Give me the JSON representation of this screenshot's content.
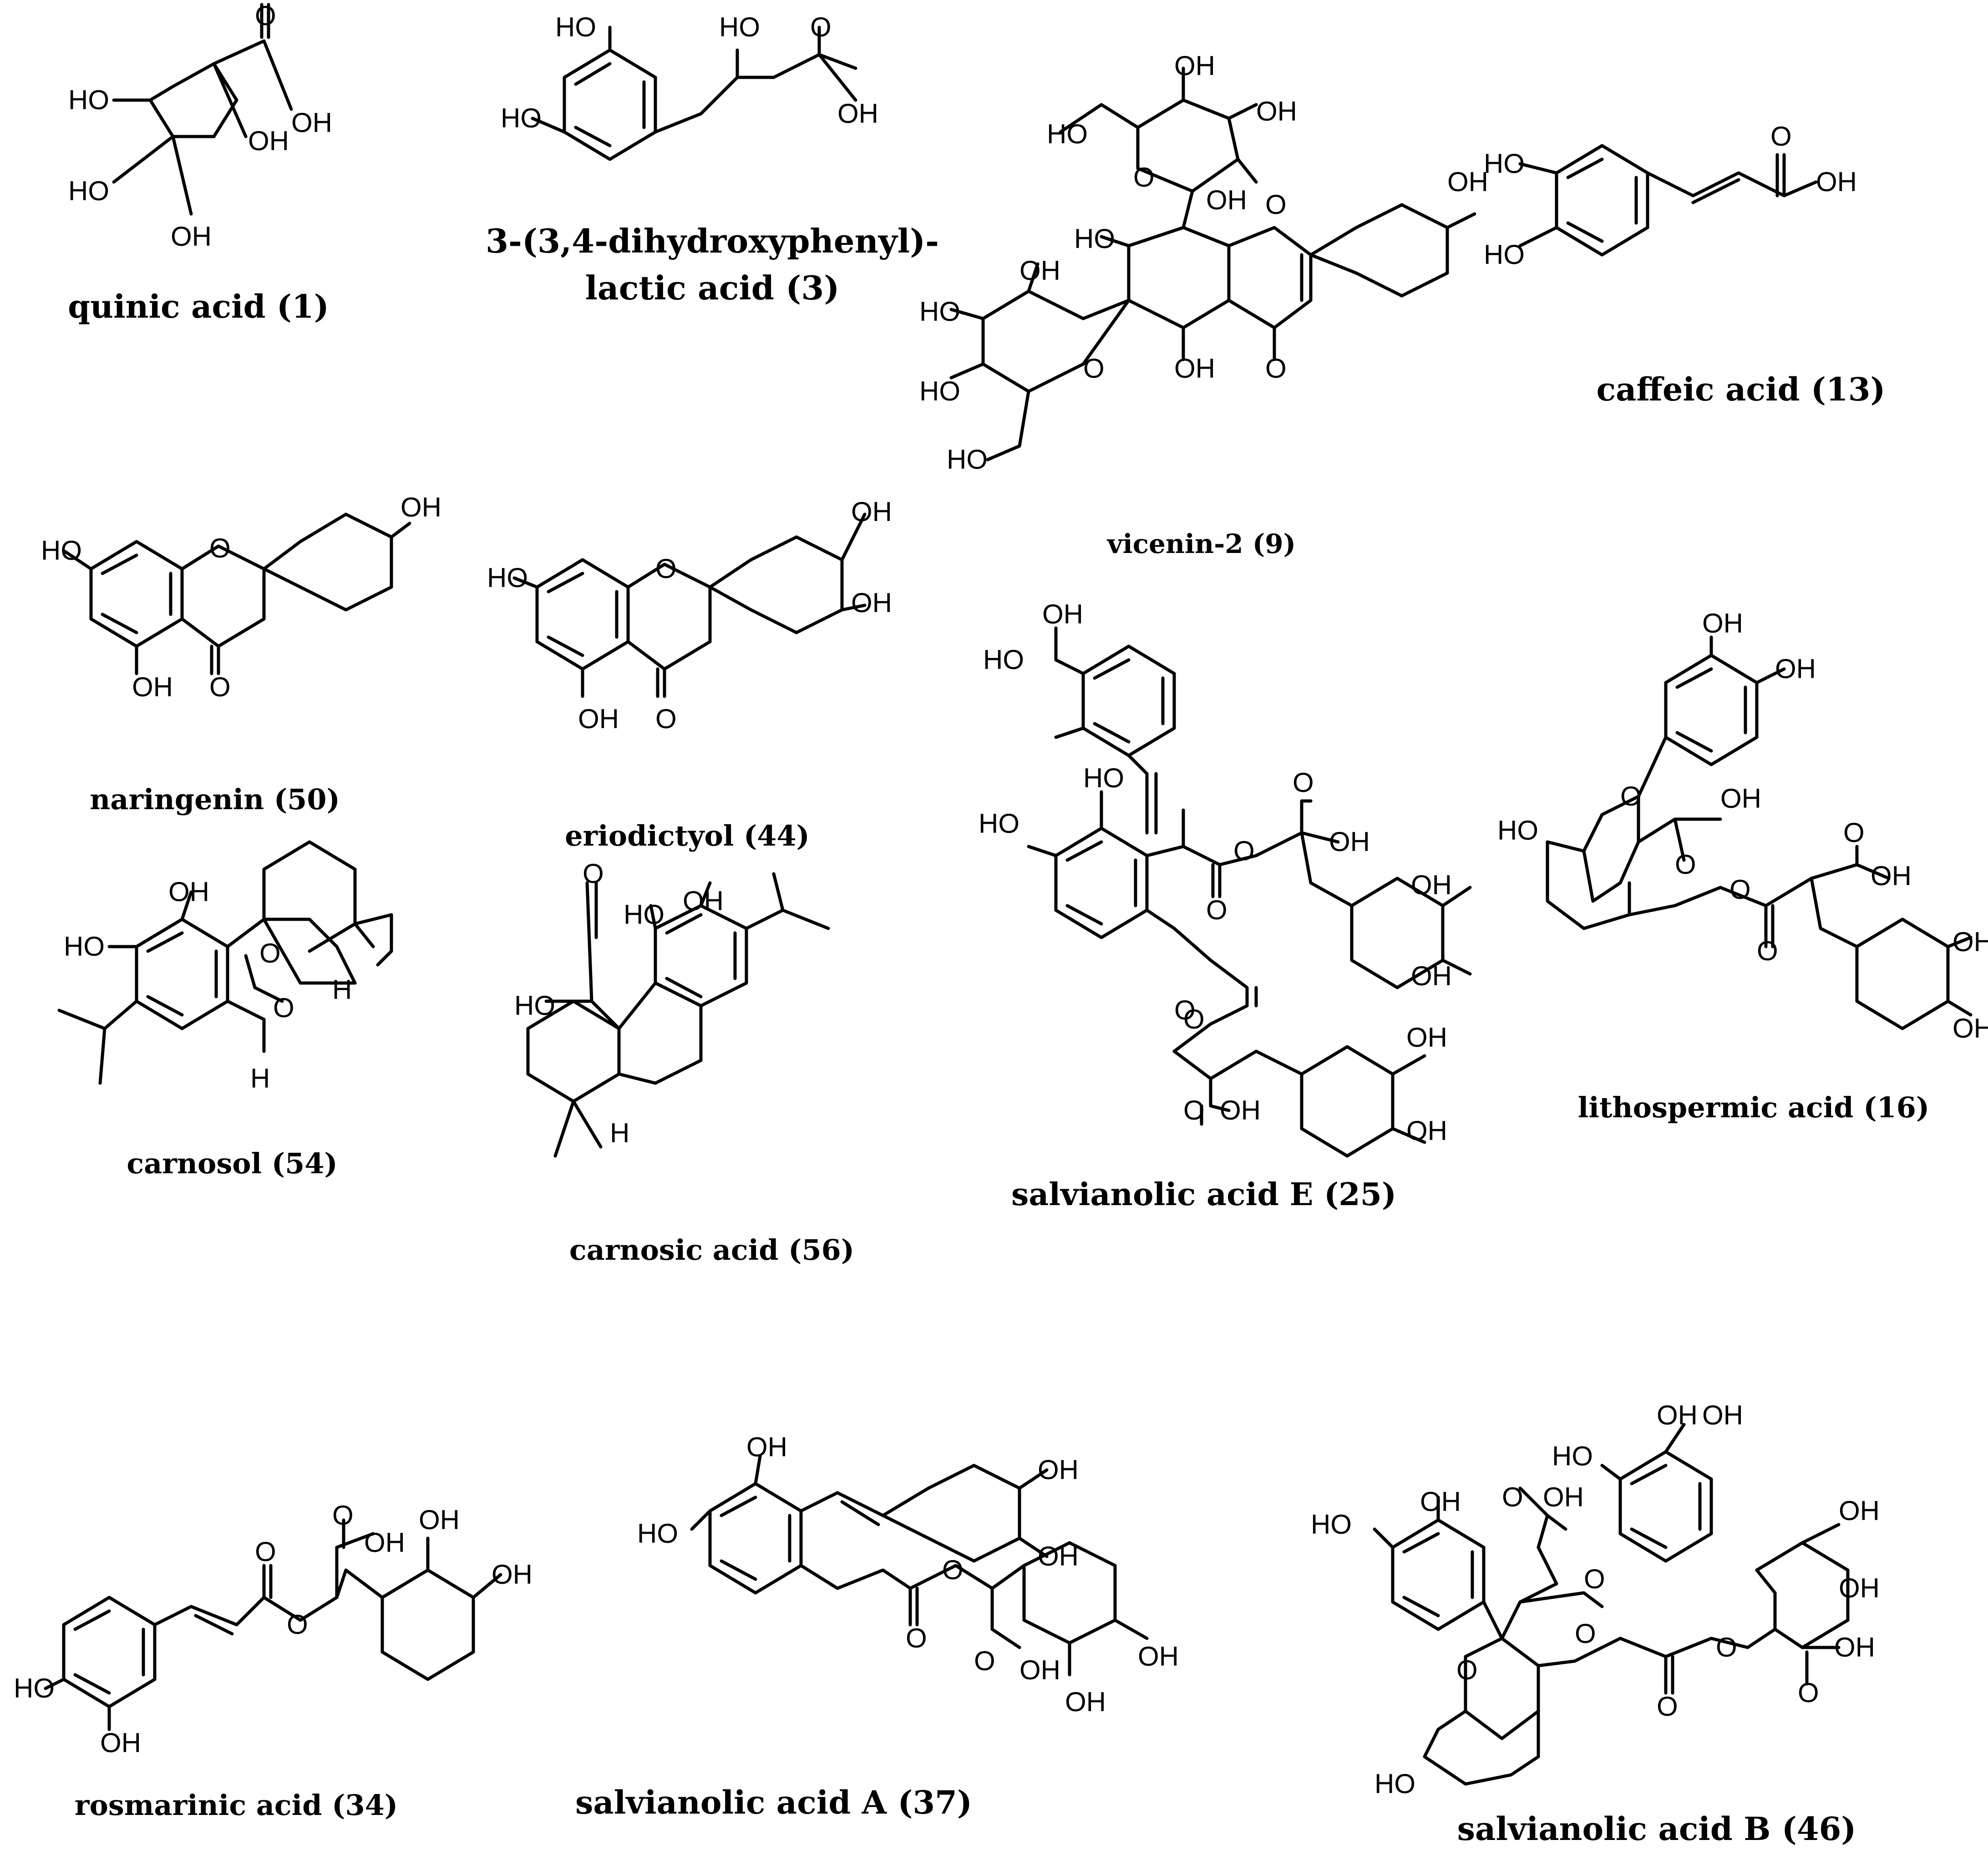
{
  "figure": {
    "compounds": [
      {
        "id": "quinic",
        "caption": "quinic acid (1)"
      },
      {
        "id": "dhpla",
        "caption_lines": [
          "3-(3,4-dihydroxyphenyl)-",
          "lactic acid (3)"
        ]
      },
      {
        "id": "vicenin",
        "caption": "vicenin-2 (9)"
      },
      {
        "id": "caffeic",
        "caption": "caffeic acid (13)"
      },
      {
        "id": "naringenin",
        "caption": "naringenin (50)"
      },
      {
        "id": "eriodictyol",
        "caption": "eriodictyol (44)"
      },
      {
        "id": "salvE",
        "caption": "salvianolic acid E (25)"
      },
      {
        "id": "litho",
        "caption": "lithospermic acid (16)"
      },
      {
        "id": "carnosol",
        "caption": "carnosol (54)"
      },
      {
        "id": "carnosic",
        "caption": "carnosic acid (56)"
      },
      {
        "id": "rosmarinic",
        "caption": "rosmarinic acid (34)"
      },
      {
        "id": "salvA",
        "caption": "salvianolic acid A (37)"
      },
      {
        "id": "salvB",
        "caption": "salvianolic acid B (46)"
      }
    ],
    "atom_labels": {
      "OH": "OH",
      "HO": "HO",
      "O": "O",
      "H": "H",
      "HO_partial": "HO"
    }
  }
}
